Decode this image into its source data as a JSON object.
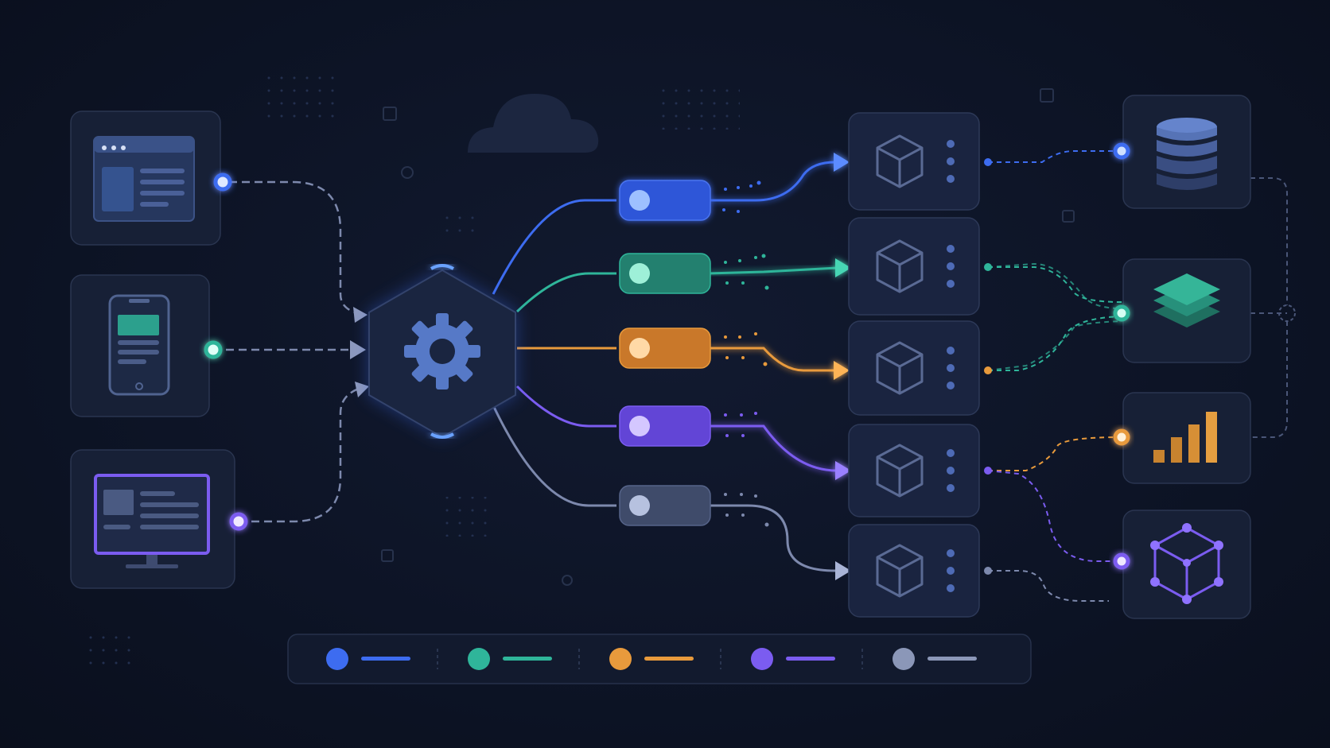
{
  "colors": {
    "background": "#0d1426",
    "card": "#172036",
    "card_border": "#2a3550",
    "blue": "#3d6cf0",
    "teal": "#2fb59a",
    "orange": "#e89a3c",
    "purple": "#7b5cf0",
    "slate": "#8b97b8"
  },
  "sources": [
    {
      "icon": "browser-window-icon",
      "color": "blue"
    },
    {
      "icon": "mobile-phone-icon",
      "color": "teal"
    },
    {
      "icon": "desktop-monitor-icon",
      "color": "purple"
    }
  ],
  "hub": {
    "icon": "gear-icon"
  },
  "channels": [
    {
      "color": "blue"
    },
    {
      "color": "teal"
    },
    {
      "color": "orange"
    },
    {
      "color": "purple"
    },
    {
      "color": "slate"
    }
  ],
  "services": [
    {
      "icon": "cube-icon"
    },
    {
      "icon": "cube-icon"
    },
    {
      "icon": "cube-icon"
    },
    {
      "icon": "cube-icon"
    },
    {
      "icon": "cube-icon"
    }
  ],
  "destinations": [
    {
      "icon": "database-icon",
      "color": "blue"
    },
    {
      "icon": "layers-icon",
      "color": "teal"
    },
    {
      "icon": "bar-chart-icon",
      "color": "orange"
    },
    {
      "icon": "network-cube-icon",
      "color": "purple"
    }
  ],
  "legend": [
    {
      "color": "blue"
    },
    {
      "color": "teal"
    },
    {
      "color": "orange"
    },
    {
      "color": "purple"
    },
    {
      "color": "slate"
    }
  ]
}
